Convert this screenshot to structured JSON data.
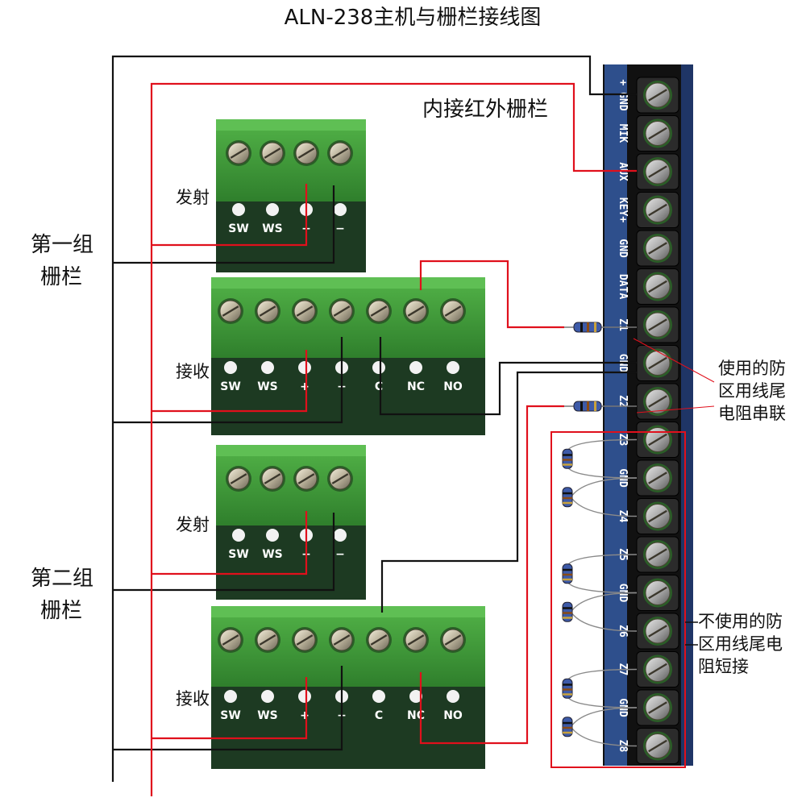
{
  "title": "ALN-238主机与栅栏接线图",
  "labels": {
    "inner_ir": "内接红外栅栏",
    "group1": [
      "第一组",
      "栅栏"
    ],
    "group2": [
      "第二组",
      "栅栏"
    ],
    "used_note": [
      "使用的防",
      "区用线尾",
      "电阻串联"
    ],
    "unused_note": [
      "不使用的防",
      "区用线尾电",
      "阻短接"
    ]
  },
  "boards": {
    "tx_label": "发射",
    "rx_label": "接收",
    "tx_terminals": [
      "SW",
      "WS",
      "+",
      "−"
    ],
    "rx_terminals": [
      "SW",
      "WS",
      "+",
      "−",
      "C",
      "NC",
      "NO"
    ]
  },
  "host_terminals": [
    "+ GND",
    "MIK",
    "AUX",
    "KEY+",
    "GND",
    "DATA",
    "Z1",
    "GND",
    "Z2",
    "Z3",
    "GND",
    "Z4",
    "Z5",
    "GND",
    "Z6",
    "Z7",
    "GND",
    "Z8"
  ],
  "colors": {
    "wire_black": "#111111",
    "wire_red": "#e0101c",
    "terminal_green": "#3f9a3a",
    "pcb_dark": "#1d3a22",
    "host_blue": "#2e4f8c"
  }
}
